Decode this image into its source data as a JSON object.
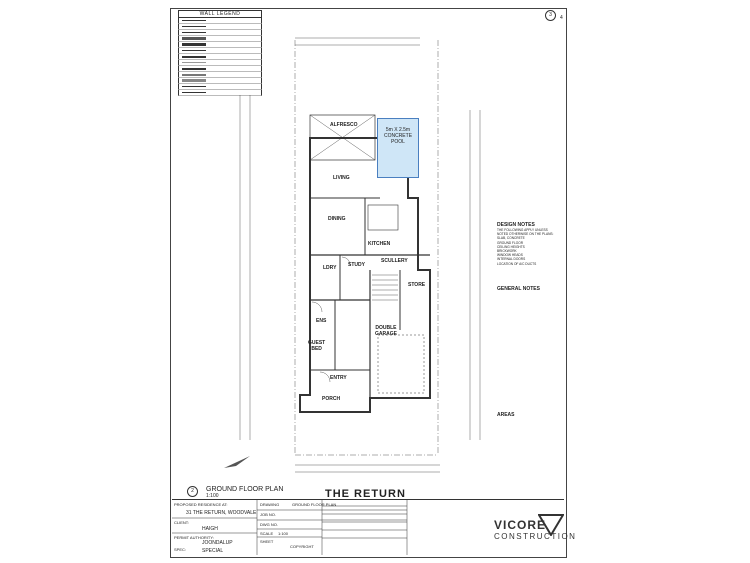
{
  "legend": {
    "title": "WALL LEGEND",
    "items": [
      "",
      "",
      "",
      "",
      "",
      "",
      "",
      "",
      "",
      "",
      "",
      "",
      ""
    ]
  },
  "page": {
    "current": "3",
    "total": "4"
  },
  "plan": {
    "title": "THE RETURN",
    "view_title": "GROUND FLOOR PLAN",
    "scale": "1:100",
    "view_no": "2"
  },
  "rooms": {
    "alfresco": "ALFRESCO",
    "pool": "5m X 2.5m\nCONCRETE\nPOOL",
    "living": "LIVING",
    "dining": "DINING",
    "kitchen": "KITCHEN",
    "scullery": "SCULLERY",
    "study": "STUDY",
    "store": "STORE",
    "double_garage": "DOUBLE\nGARAGE",
    "guest_bed": "GUEST\nBED",
    "entry": "ENTRY",
    "porch": "PORCH",
    "ldry": "LDRY",
    "ens": "ENS"
  },
  "notes": {
    "design_heading": "DESIGN NOTES",
    "design_lines": [
      "THE FOLLOWING APPLY UNLESS",
      "NOTED OTHERWISE ON THE PLANS:",
      "",
      "SLAB, CONCRETE",
      "GROUND FLOOR",
      "CEILING HEIGHTS",
      "BRICKWORK",
      "WINDOW HEADS",
      "INTERNAL DOORS",
      "LOCATION OF A/C DUCTS"
    ],
    "general_heading": "GENERAL NOTES",
    "areas_heading": "AREAS"
  },
  "title_block": {
    "residence_label": "PROPOSED RESIDENCE AT:",
    "address": "31 THE RETURN, WOODVALE",
    "client_label": "CLIENT:",
    "client": "HAIGH",
    "authority_label": "PERMIT AUTHORITY:",
    "authority": "JOONDALUP",
    "spec_label": "SPEC:",
    "spec": "SPECIAL",
    "drawing_label": "DRAWING",
    "drawing": "GROUND FLOOR PLAN",
    "job_label": "JOB NO.",
    "dwg_label": "DWG NO.",
    "scale_label": "SCALE",
    "scale": "1:100",
    "sheet_label": "SHEET",
    "copyright": "COPYRIGHT"
  },
  "logo": {
    "line1": "VICORE",
    "line2": "CONSTRUCTION"
  },
  "colors": {
    "pool_fill": "#cfe6f7",
    "pool_stroke": "#4a7fc0",
    "line": "#333333"
  }
}
